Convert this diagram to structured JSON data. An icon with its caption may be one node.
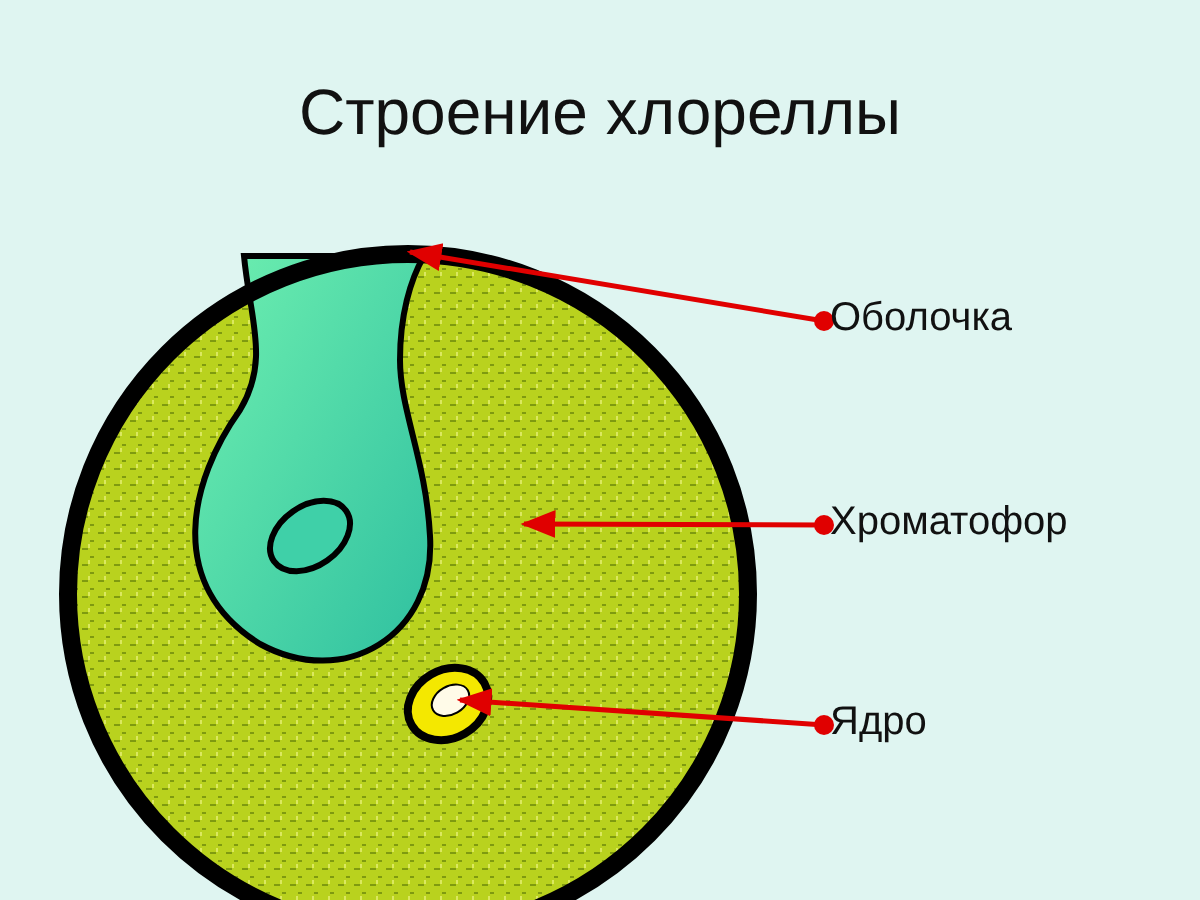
{
  "diagram": {
    "title": "Строение хлореллы",
    "nodes": [
      {
        "text": [],
        "shape": "circle"
      },
      {
        "text": [],
        "shape": "circle",
        "in": 0
      },
      {
        "text": [],
        "shape": "circle",
        "in": 1
      },
      {
        "text": [
          "Оболочка"
        ]
      },
      {
        "text": [
          "Хроматофор"
        ]
      },
      {
        "text": [
          "Ядро"
        ]
      }
    ],
    "edges": [
      {
        "from": 3,
        "to": 0,
        "arrow": "to"
      },
      {
        "from": 4,
        "to": 1,
        "arrow": "to"
      },
      {
        "from": 5,
        "to": 2,
        "arrow": "to"
      }
    ]
  }
}
